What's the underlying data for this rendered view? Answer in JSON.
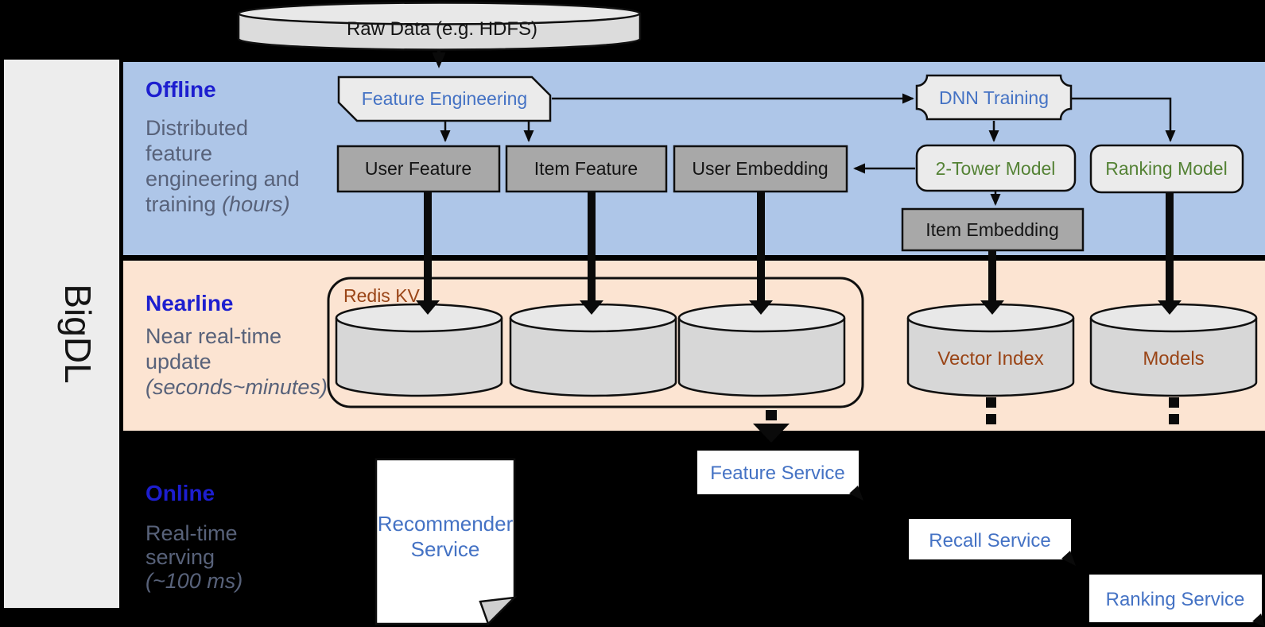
{
  "brand": {
    "label": "BigDL"
  },
  "raw_data": {
    "label": "Raw Data (e.g. HDFS)"
  },
  "sections": {
    "offline": {
      "title": "Offline",
      "desc_line1": "Distributed",
      "desc_line2": "feature",
      "desc_line3": "engineering and",
      "desc_line4": "training ",
      "desc_line4_italic": "(hours)"
    },
    "nearline": {
      "title": "Nearline",
      "desc_line1": "Near real-time",
      "desc_line2": "update",
      "desc_line3_italic": "(seconds~minutes)"
    },
    "online": {
      "title": "Online",
      "desc_line1": "Real-time",
      "desc_line2": "serving",
      "desc_line3_italic": "(~100 ms)"
    }
  },
  "nodes": {
    "feature_engineering": {
      "label": "Feature Engineering"
    },
    "dnn_training": {
      "label": "DNN Training"
    },
    "user_feature": {
      "label": "User Feature"
    },
    "item_feature": {
      "label": "Item Feature"
    },
    "user_embedding": {
      "label": "User Embedding"
    },
    "two_tower_model": {
      "label": "2-Tower Model"
    },
    "ranking_model": {
      "label": "Ranking Model"
    },
    "item_embedding": {
      "label": "Item Embedding"
    }
  },
  "stores": {
    "redis_kv": {
      "label": "Redis KV"
    },
    "vector_index": {
      "label": "Vector Index"
    },
    "models": {
      "label": "Models"
    }
  },
  "services": {
    "recommender": {
      "label_line1": "Recommender",
      "label_line2": "Service"
    },
    "feature": {
      "label": "Feature Service"
    },
    "recall": {
      "label": "Recall Service"
    },
    "ranking": {
      "label": "Ranking Service"
    }
  },
  "colors": {
    "background": "#000000",
    "sidebar": "#ededed",
    "offline_band": "#aec6e8",
    "nearline_band": "#fce4d2",
    "section_title": "#1d1ecf",
    "section_desc": "#58627a",
    "node_label_blue": "#4472c4",
    "node_label_green": "#548235",
    "store_label_brown": "#9a4517",
    "gray_node_fill": "#a8a8a8",
    "light_node_fill": "#ebebeb",
    "cylinder_fill": "#d7d7d7",
    "cylinder_top_fill": "#e8e8e8",
    "service_label_blue": "#4472c4"
  }
}
